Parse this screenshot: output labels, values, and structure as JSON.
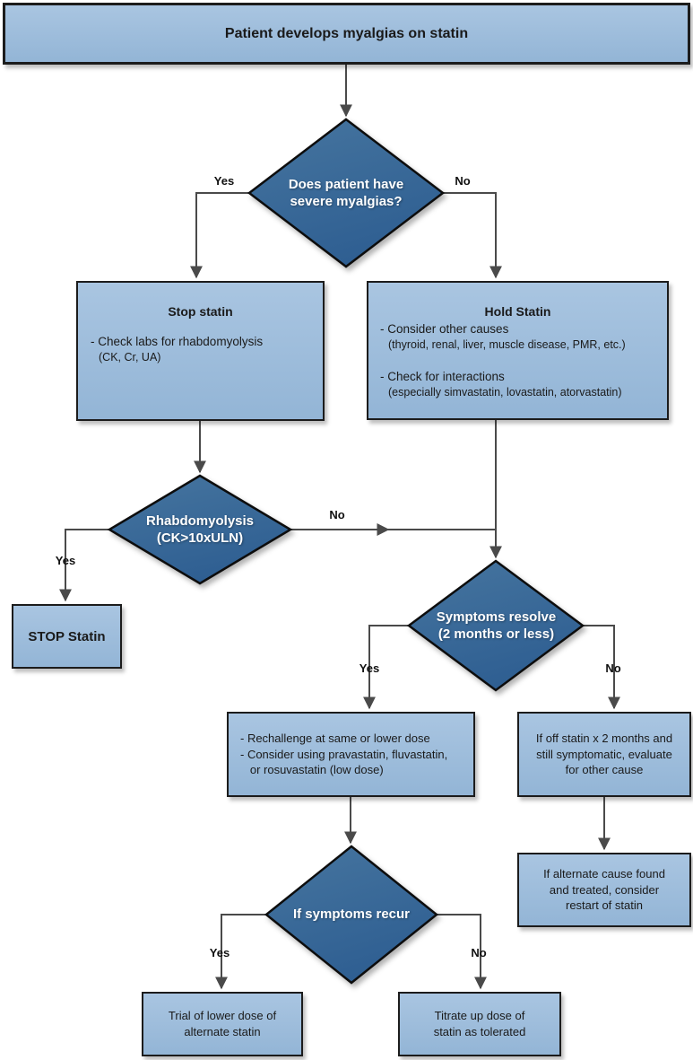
{
  "title": "Patient develops myalgias on statin",
  "colors": {
    "box_fill_top": "#a9c5e1",
    "box_fill_bottom": "#93b5d6",
    "diamond_fill_top": "#46759f",
    "diamond_fill_bottom": "#2f5f92",
    "border": "#1c1c1c",
    "line": "#4a4a4a",
    "diamond_text": "#ffffff",
    "box_text": "#1a1a1a"
  },
  "nodes": {
    "start": {
      "label": "Patient develops myalgias on statin"
    },
    "severe_myalgias": {
      "question": "Does patient have\nsevere myalgias?"
    },
    "stop_statin": {
      "title": "Stop statin",
      "item_main": "- Check labs for rhabdomyolysis",
      "item_sub": "(CK, Cr, UA)"
    },
    "hold_statin": {
      "title": "Hold Statin",
      "items": [
        {
          "main": "- Consider other causes",
          "sub": "(thyroid, renal, liver, muscle disease, PMR, etc.)"
        },
        {
          "main": "- Check for interactions",
          "sub": "(especially simvastatin, lovastatin, atorvastatin)"
        }
      ]
    },
    "rhabdomyolysis": {
      "question": "Rhabdomyolysis\n(CK>10xULN)"
    },
    "stop_statin_final": {
      "label": "STOP Statin"
    },
    "symptoms_resolve": {
      "question": "Symptoms resolve\n(2 months or less)"
    },
    "rechallenge": {
      "lines": "- Rechallenge at same or lower dose\n- Consider using pravastatin, fluvastatin,\n   or rosuvastatin (low dose)"
    },
    "off_statin": {
      "label": "If off statin x 2 months and\nstill symptomatic, evaluate\nfor other cause"
    },
    "alternate_cause": {
      "label": "If alternate cause found\nand treated, consider\nrestart of statin"
    },
    "symptoms_recur": {
      "question": "If symptoms recur"
    },
    "trial_lower": {
      "label": "Trial of lower dose of\nalternate statin"
    },
    "titrate_up": {
      "label": "Titrate up dose of\nstatin as tolerated"
    }
  },
  "edge_labels": {
    "severe_yes": "Yes",
    "severe_no": "No",
    "rhabdo_yes": "Yes",
    "rhabdo_no": "No",
    "resolve_yes": "Yes",
    "resolve_no": "No",
    "recur_yes": "Yes",
    "recur_no": "No"
  }
}
